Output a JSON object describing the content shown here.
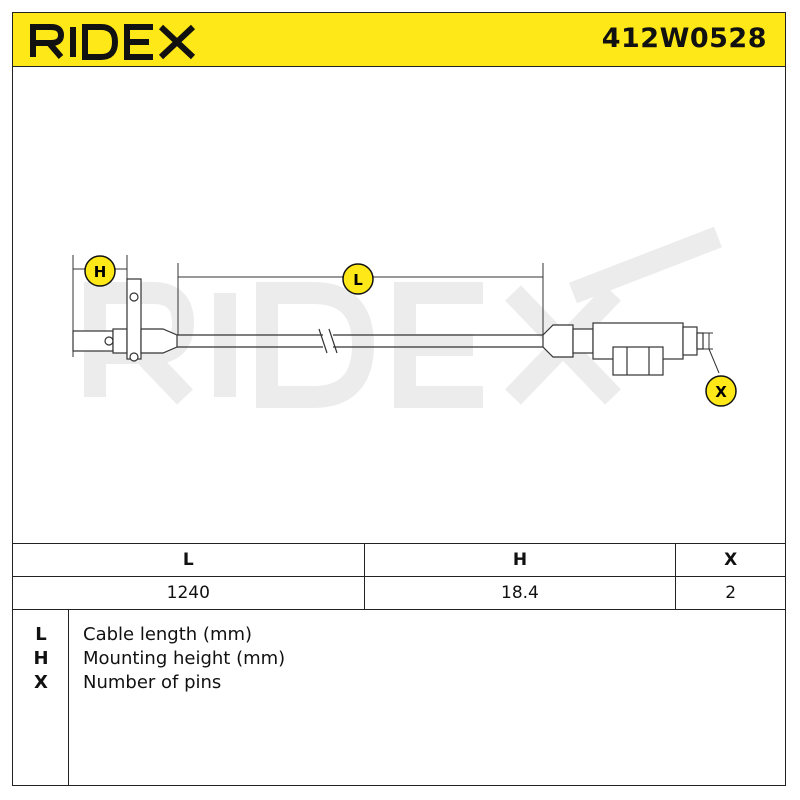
{
  "header": {
    "brand": "RIDEX",
    "part_number": "412W0528",
    "brand_color": "#ffe817"
  },
  "drawing": {
    "dimension_labels": [
      "H",
      "L",
      "X"
    ],
    "marker_color": "#ffe817",
    "icons": [
      "abs-sensor-icon",
      "cable-icon",
      "connector-icon"
    ]
  },
  "table": {
    "headers": [
      "L",
      "H",
      "X"
    ],
    "values": [
      "1240",
      "18.4",
      "2"
    ]
  },
  "legend": {
    "items": [
      {
        "key": "L",
        "desc": "Cable length (mm)"
      },
      {
        "key": "H",
        "desc": "Mounting height (mm)"
      },
      {
        "key": "X",
        "desc": "Number of pins"
      }
    ]
  }
}
